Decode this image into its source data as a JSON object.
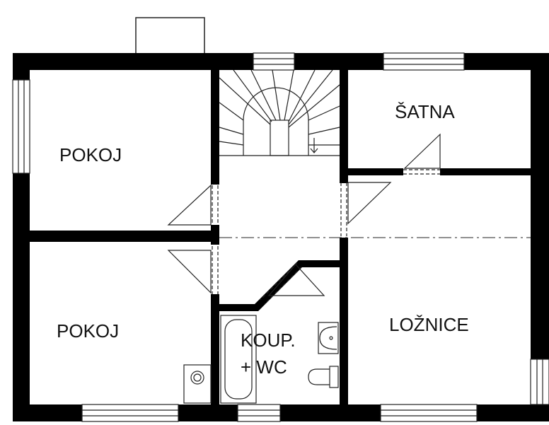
{
  "rooms": {
    "pokoj_top": "POKOJ",
    "pokoj_bottom": "POKOJ",
    "satna": "ŠATNA",
    "loznice": "LOŽNICE",
    "koupelna_line1": "KOUP.",
    "koupelna_line2": "+ WC"
  },
  "colors": {
    "wall": "#000000",
    "line": "#222222",
    "background": "#ffffff"
  }
}
